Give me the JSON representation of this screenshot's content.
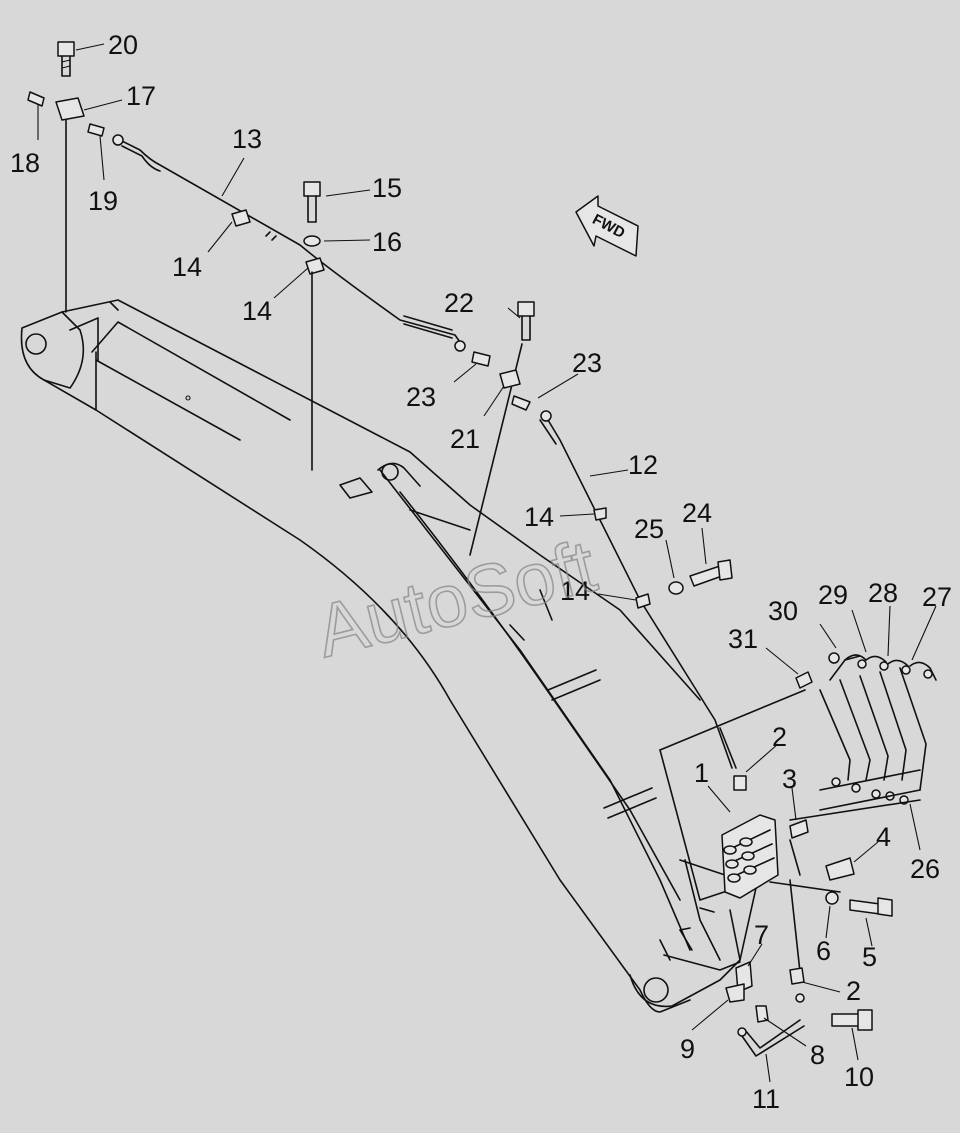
{
  "watermark": "AutoSoft",
  "fwd_label": "FWD",
  "labels": {
    "l1": "1",
    "l2a": "2",
    "l2b": "2",
    "l3": "3",
    "l4": "4",
    "l5": "5",
    "l6": "6",
    "l7": "7",
    "l8": "8",
    "l9": "9",
    "l10": "10",
    "l11": "11",
    "l12": "12",
    "l13": "13",
    "l14a": "14",
    "l14b": "14",
    "l14c": "14",
    "l14d": "14",
    "l15": "15",
    "l16": "16",
    "l17": "17",
    "l18": "18",
    "l19": "19",
    "l20": "20",
    "l21": "21",
    "l22": "22",
    "l23a": "23",
    "l23b": "23",
    "l24": "24",
    "l25": "25",
    "l26": "26",
    "l27": "27",
    "l28": "28",
    "l29": "29",
    "l30": "30",
    "l31": "31"
  }
}
